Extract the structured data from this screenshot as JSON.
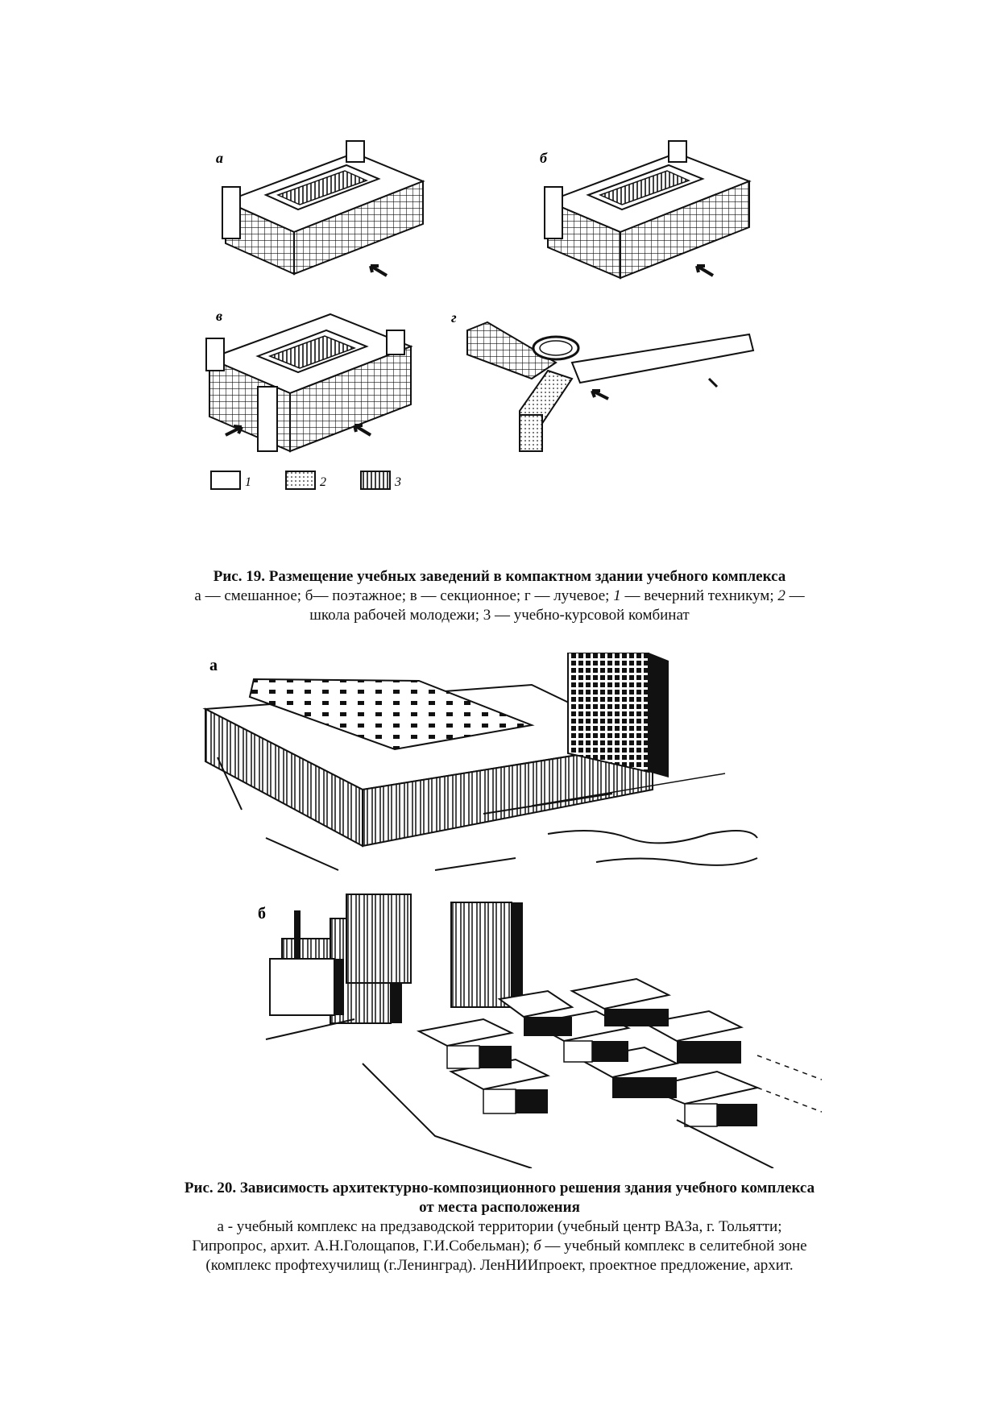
{
  "fig19": {
    "panel_labels": {
      "a": "а",
      "b": "б",
      "v": "в",
      "g": "г"
    },
    "legend": [
      {
        "num": "1"
      },
      {
        "num": "2"
      },
      {
        "num": "3"
      }
    ],
    "caption": {
      "title": "Рис. 19. Размещение учебных заведений в компактном здании учебного комплекса",
      "line1_pre": "а — смешанное; б— поэтажное; в — секционное; г — лучевое; ",
      "line1_n1": "1",
      "line1_mid": " — вечерний техникум; ",
      "line1_n2": "2",
      "line1_post": " —",
      "line2": "школа рабочей молодежи; 3 — учебно-курсовой комбинат"
    }
  },
  "fig20": {
    "panel_labels": {
      "a": "а",
      "b": "б"
    },
    "caption": {
      "title_line1": "Рис. 20. Зависимость архитектурно-композиционного решения здания учебного комплекса",
      "title_line2": "от места расположения",
      "line1": "а - учебный комплекс на предзаводской территории (учебный центр ВАЗа, г. Тольятти;",
      "line2_pre": "Гипропрос, архит. А.Н.Голощапов, Г.И.Собельман); ",
      "line2_b": "б",
      "line2_post": " — учебный комплекс в селитебной зоне",
      "line3": "(комплекс профтехучилищ (г.Ленинград). ЛенНИИпроект, проектное предложение, архит."
    }
  }
}
